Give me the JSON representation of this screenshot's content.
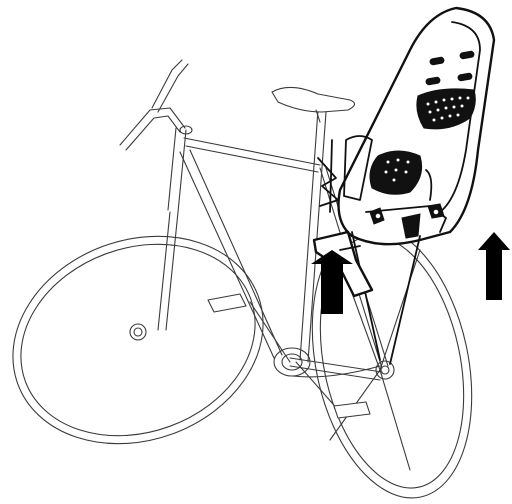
{
  "figure": {
    "subject": "bicycle-with-rear-child-seat",
    "colors": {
      "bike_outline": "#3a3a3a",
      "seat_outline": "#111111",
      "arrow_fill": "#000000",
      "background": "#ffffff"
    },
    "arrows": [
      {
        "name": "mount-arrow-left",
        "direction": "up"
      },
      {
        "name": "mount-arrow-right",
        "direction": "up"
      }
    ]
  }
}
